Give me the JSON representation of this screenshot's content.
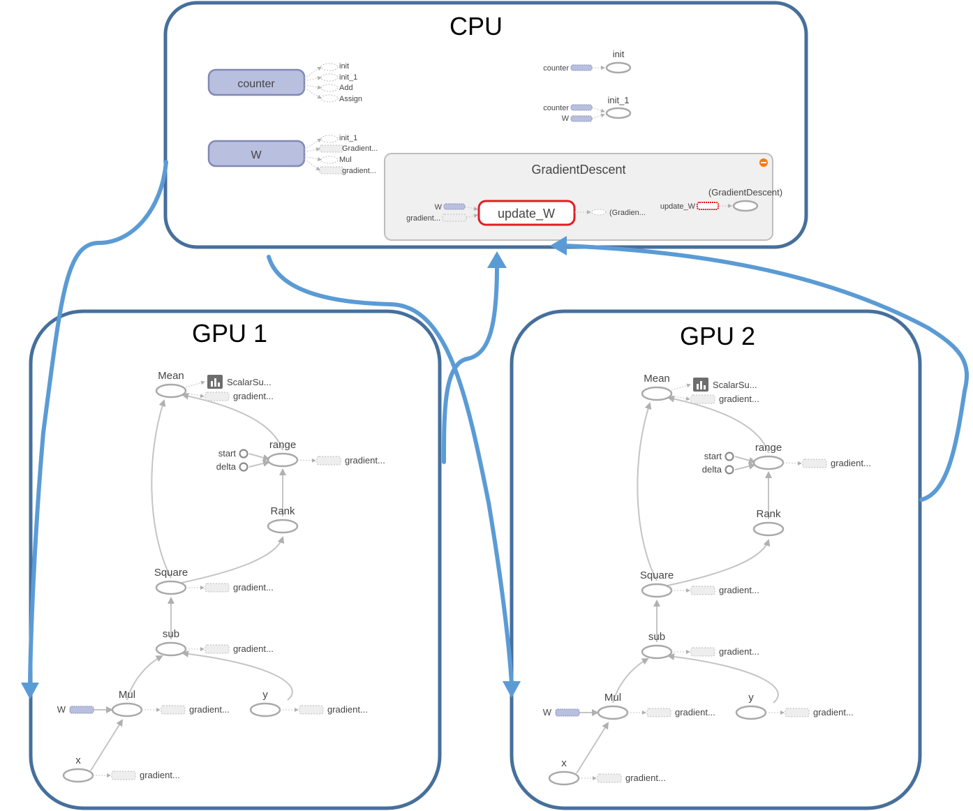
{
  "devices": {
    "cpu": {
      "title": "CPU"
    },
    "gpu1": {
      "title": "GPU 1"
    },
    "gpu2": {
      "title": "GPU 2"
    }
  },
  "cpu": {
    "counter_node": {
      "label": "counter",
      "outputs": [
        "init",
        "init_1",
        "Add",
        "Assign"
      ]
    },
    "w_node": {
      "label": "W",
      "outputs": [
        "init_1",
        "Gradient...",
        "Mul",
        "gradient..."
      ]
    },
    "init": {
      "label": "init",
      "input": "counter"
    },
    "init_1": {
      "label": "init_1",
      "inputs": [
        "counter",
        "W"
      ]
    },
    "gradient_descent": {
      "title": "GradientDescent",
      "input_w": "W",
      "input_gradient": "gradient...",
      "update_node": "update_W",
      "output": "(Gradien...",
      "update_ref": "update_W",
      "outer_output": "(GradientDescent)"
    }
  },
  "gpu_graph": {
    "mean": "Mean",
    "scalar": "ScalarSu...",
    "gradient": "gradient...",
    "range": "range",
    "start": "start",
    "delta": "delta",
    "rank": "Rank",
    "square": "Square",
    "sub": "sub",
    "mul": "Mul",
    "w": "W",
    "y": "y",
    "x": "x"
  }
}
